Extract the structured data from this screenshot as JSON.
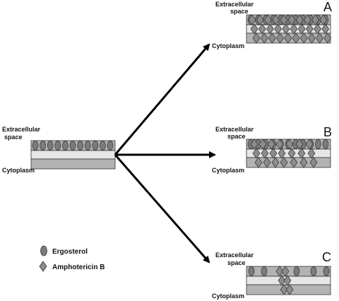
{
  "labels": {
    "extracellular_line1": "Extracellular",
    "extracellular_line2": "space",
    "cytoplasm": "Cytoplasm"
  },
  "panels": [
    {
      "id": "A"
    },
    {
      "id": "B"
    },
    {
      "id": "C"
    }
  ],
  "legend": {
    "ergosterol": "Ergosterol",
    "amphotericin": "Amphotericin B"
  },
  "colors": {
    "membrane_dark": "#b3b3b3",
    "membrane_light": "#e6e6e6",
    "ergosterol": "#7b7b7b",
    "amphotericin": "#8c8c8c",
    "outline": "#333333",
    "arrow": "#000000"
  }
}
